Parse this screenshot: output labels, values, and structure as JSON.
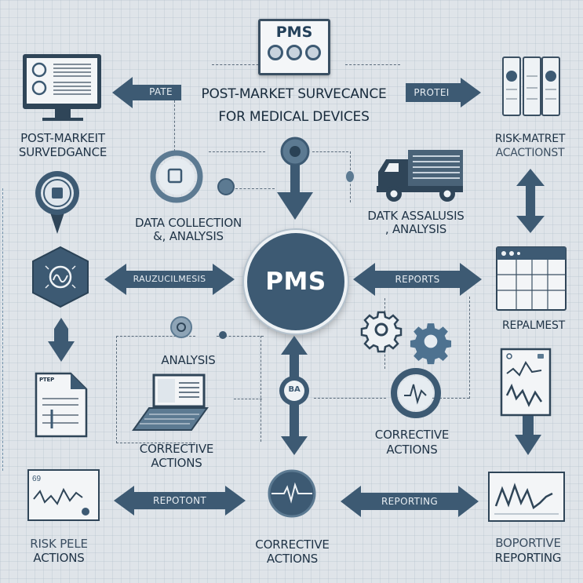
{
  "title": {
    "line1": "POST-MARKET SURVECANCE",
    "line2": "FOR MEDICAL DEVICES"
  },
  "top_card": {
    "label": "PMS"
  },
  "center": {
    "label": "PMS"
  },
  "colors": {
    "primary": "#3d5a73",
    "dark": "#2a4256",
    "text": "#1f3346",
    "background": "#dfe4e9",
    "card": "#f4f6f8",
    "arrow_text": "#e8eef3"
  },
  "arrows": {
    "top_left": {
      "label": "PATE",
      "direction": "left"
    },
    "top_right": {
      "label": "PROTEI",
      "direction": "right"
    },
    "mid_left": {
      "label": "RAUZUCILMESIS",
      "direction": "both"
    },
    "mid_right": {
      "label": "REPORTS",
      "direction": "both"
    },
    "bottom_left": {
      "label": "REPOTONT",
      "direction": "both"
    },
    "bottom_right": {
      "label": "REPORTING",
      "direction": "both"
    }
  },
  "nodes": {
    "monitor": {
      "line1": "POST-MARKEIT",
      "line2": "SURVEDGANCE",
      "icon": "monitor-icon"
    },
    "binders": {
      "line1": "RISK-MATRET",
      "line2": "ACACTIONST",
      "icon": "binders-icon"
    },
    "data_collection": {
      "line1": "DATA COLLECTION",
      "line2": "&, ANALYSIS",
      "icon": "ring-chart-icon"
    },
    "truck": {
      "line1": "DATK ASSALUSIS",
      "line2": ", ANALYSIS",
      "icon": "truck-icon"
    },
    "table": {
      "line1": "REPALMEST",
      "icon": "table-icon"
    },
    "analysis": {
      "line1": "ANALYSIS",
      "icon": "laptop-icon"
    },
    "corrective_mid": {
      "line1": "CORRECTIVE",
      "line2": "ACTIONS",
      "icon": "laptop-icon"
    },
    "corrective_right": {
      "line1": "CORRECTIVE",
      "line2": "ACTIONS",
      "icon": "pulse-ring-icon"
    },
    "corrective_bottom": {
      "line1": "CORRECTIVE",
      "line2": "ACTIONS",
      "icon": "heartbeat-icon"
    },
    "risk": {
      "line1": "RISK PELE",
      "line2": "ACTIONS",
      "icon": "chart-card-icon"
    },
    "reporting": {
      "line1": "BOPORTIVE",
      "line2": "REPORTING",
      "icon": "line-chart-icon"
    },
    "hexagon": {
      "icon": "hexagon-wave-icon"
    },
    "badge": {
      "icon": "badge-check-icon"
    },
    "document": {
      "label": "PTEP",
      "icon": "document-icon"
    },
    "vertical_badge": {
      "label": "BA"
    }
  }
}
